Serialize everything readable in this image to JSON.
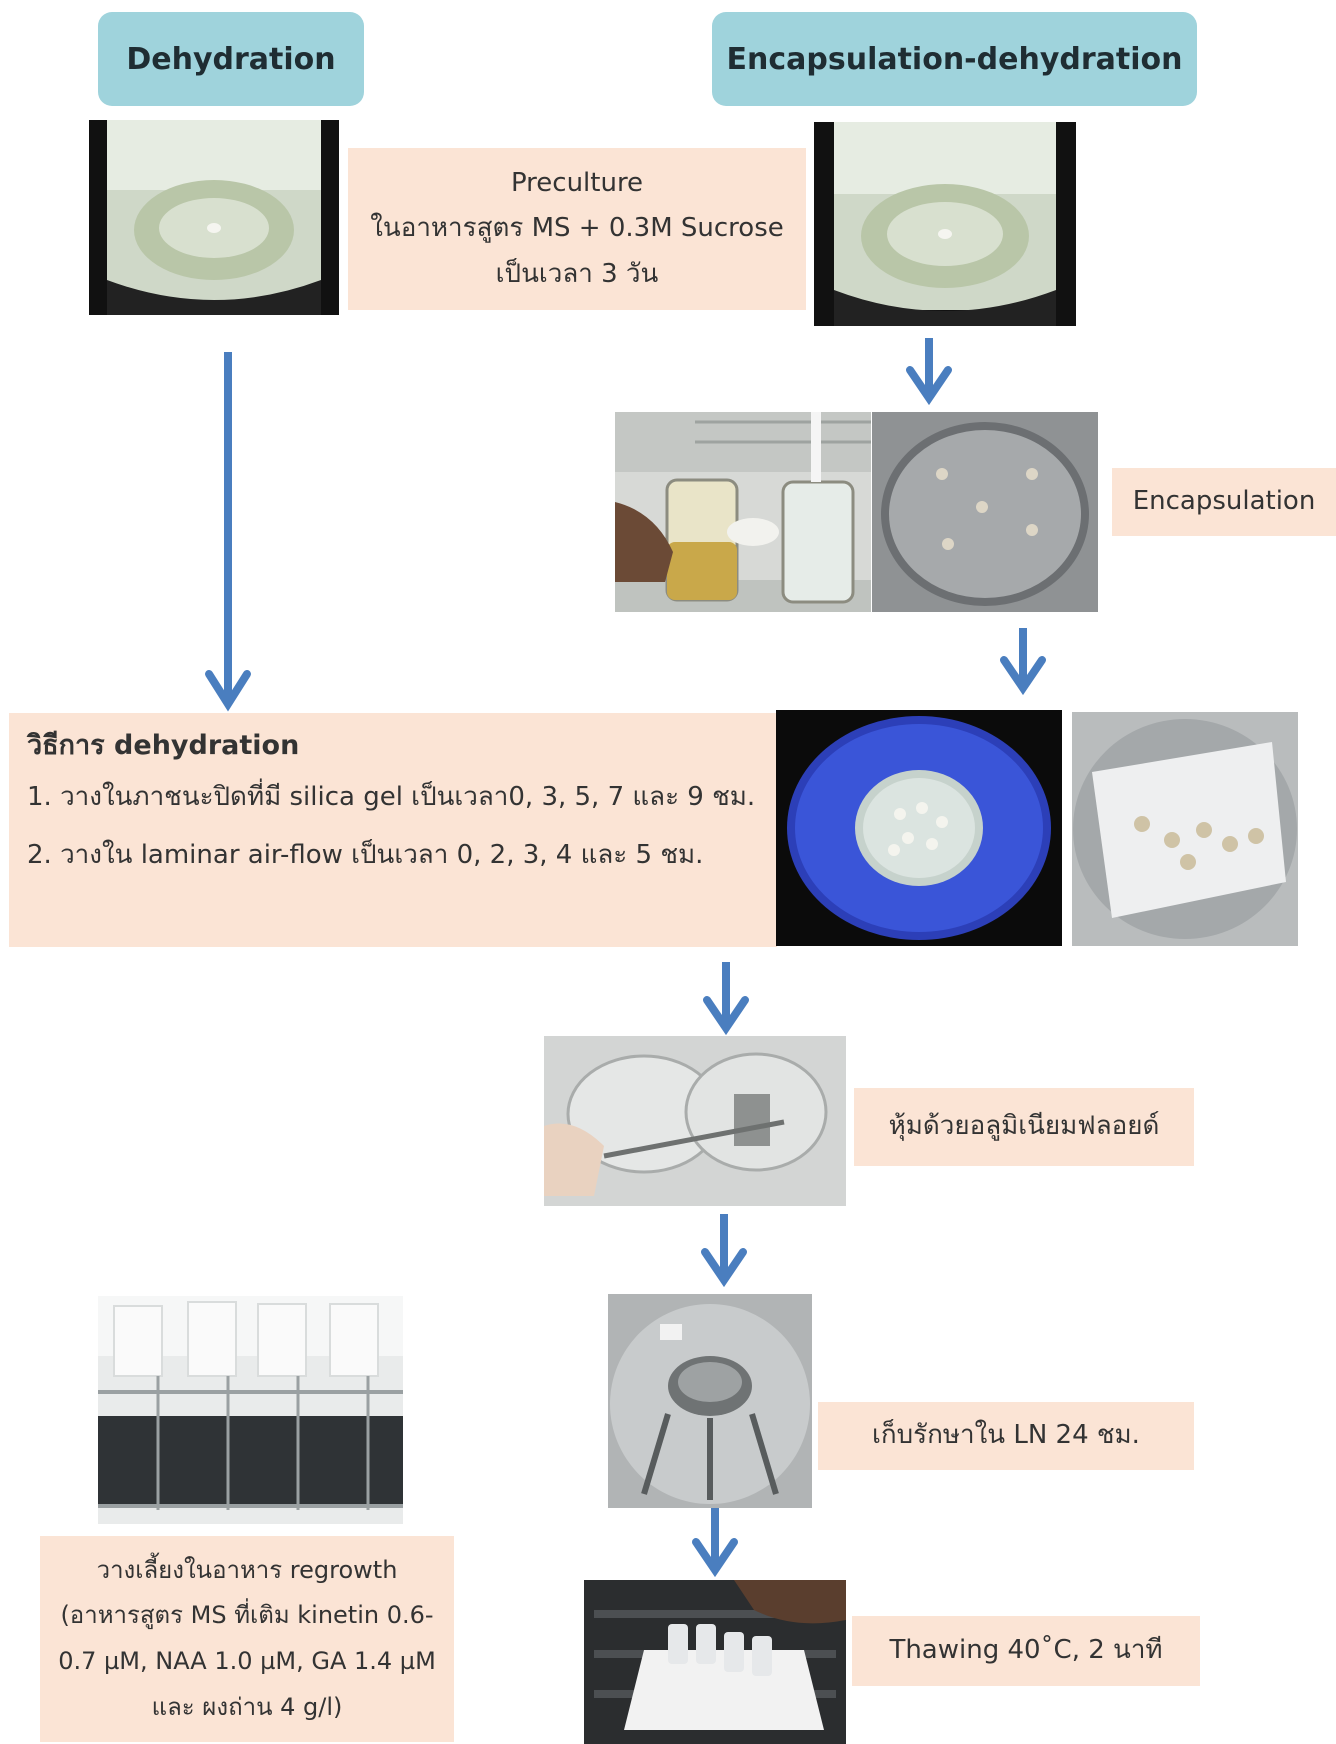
{
  "headers": {
    "left": "Dehydration",
    "right": "Encapsulation-dehydration"
  },
  "preculture": {
    "line1": "Preculture",
    "line2": "ในอาหารสูตร MS + 0.3M Sucrose",
    "line3": "เป็นเวลา 3 วัน"
  },
  "encapsulation": {
    "label": "Encapsulation"
  },
  "dehydration_method": {
    "title": "วิธีการ dehydration",
    "step1": "1. วางในภาชนะปิดที่มี silica gel เป็นเวลา0, 3, 5, 7 และ 9 ชม.",
    "step2": "2. วางใน laminar air-flow เป็นเวลา 0, 2, 3, 4 และ 5 ชม."
  },
  "foil": {
    "label": "หุ้มด้วยอลูมิเนียมฟลอยด์"
  },
  "ln_storage": {
    "label": "เก็บรักษาใน LN 24 ชม."
  },
  "thawing": {
    "label": "Thawing 40˚C, 2 นาที"
  },
  "regrowth": {
    "line1": "วางเลี้ยงในอาหาร regrowth",
    "line2": "(อาหารสูตร MS ที่เติม kinetin 0.6-",
    "line3": "0.7 µM, NAA 1.0 µM, GA 1.4 µM",
    "line4": "และ ผงถ่าน 4 g/l)"
  },
  "colors": {
    "header_fill": "#9fd3dc",
    "box_fill": "#fbe4d5",
    "arrow": "#4a7ebf"
  }
}
